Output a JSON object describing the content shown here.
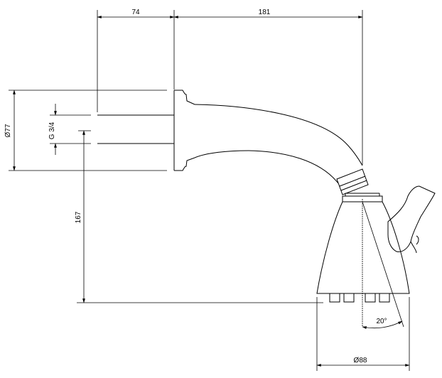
{
  "dimensions": {
    "arm_depth": "74",
    "projection": "181",
    "flange_diameter": "Ø77",
    "thread": "G 3/4",
    "height": "167",
    "tilt_angle": "20°",
    "head_diameter": "Ø88"
  }
}
